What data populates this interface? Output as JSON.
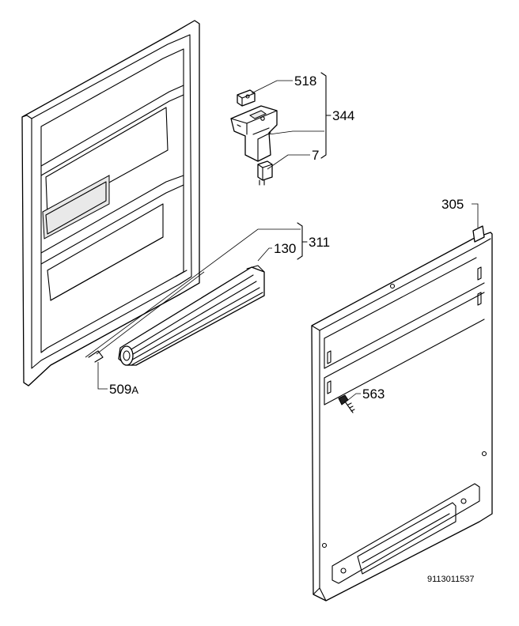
{
  "labels": {
    "p518": "518",
    "p344": "344",
    "p7": "7",
    "p305": "305",
    "p130": "130",
    "p311": "311",
    "p563": "563",
    "p509": "509",
    "p509_suffix": "A"
  },
  "drawing_code": "9113011537"
}
